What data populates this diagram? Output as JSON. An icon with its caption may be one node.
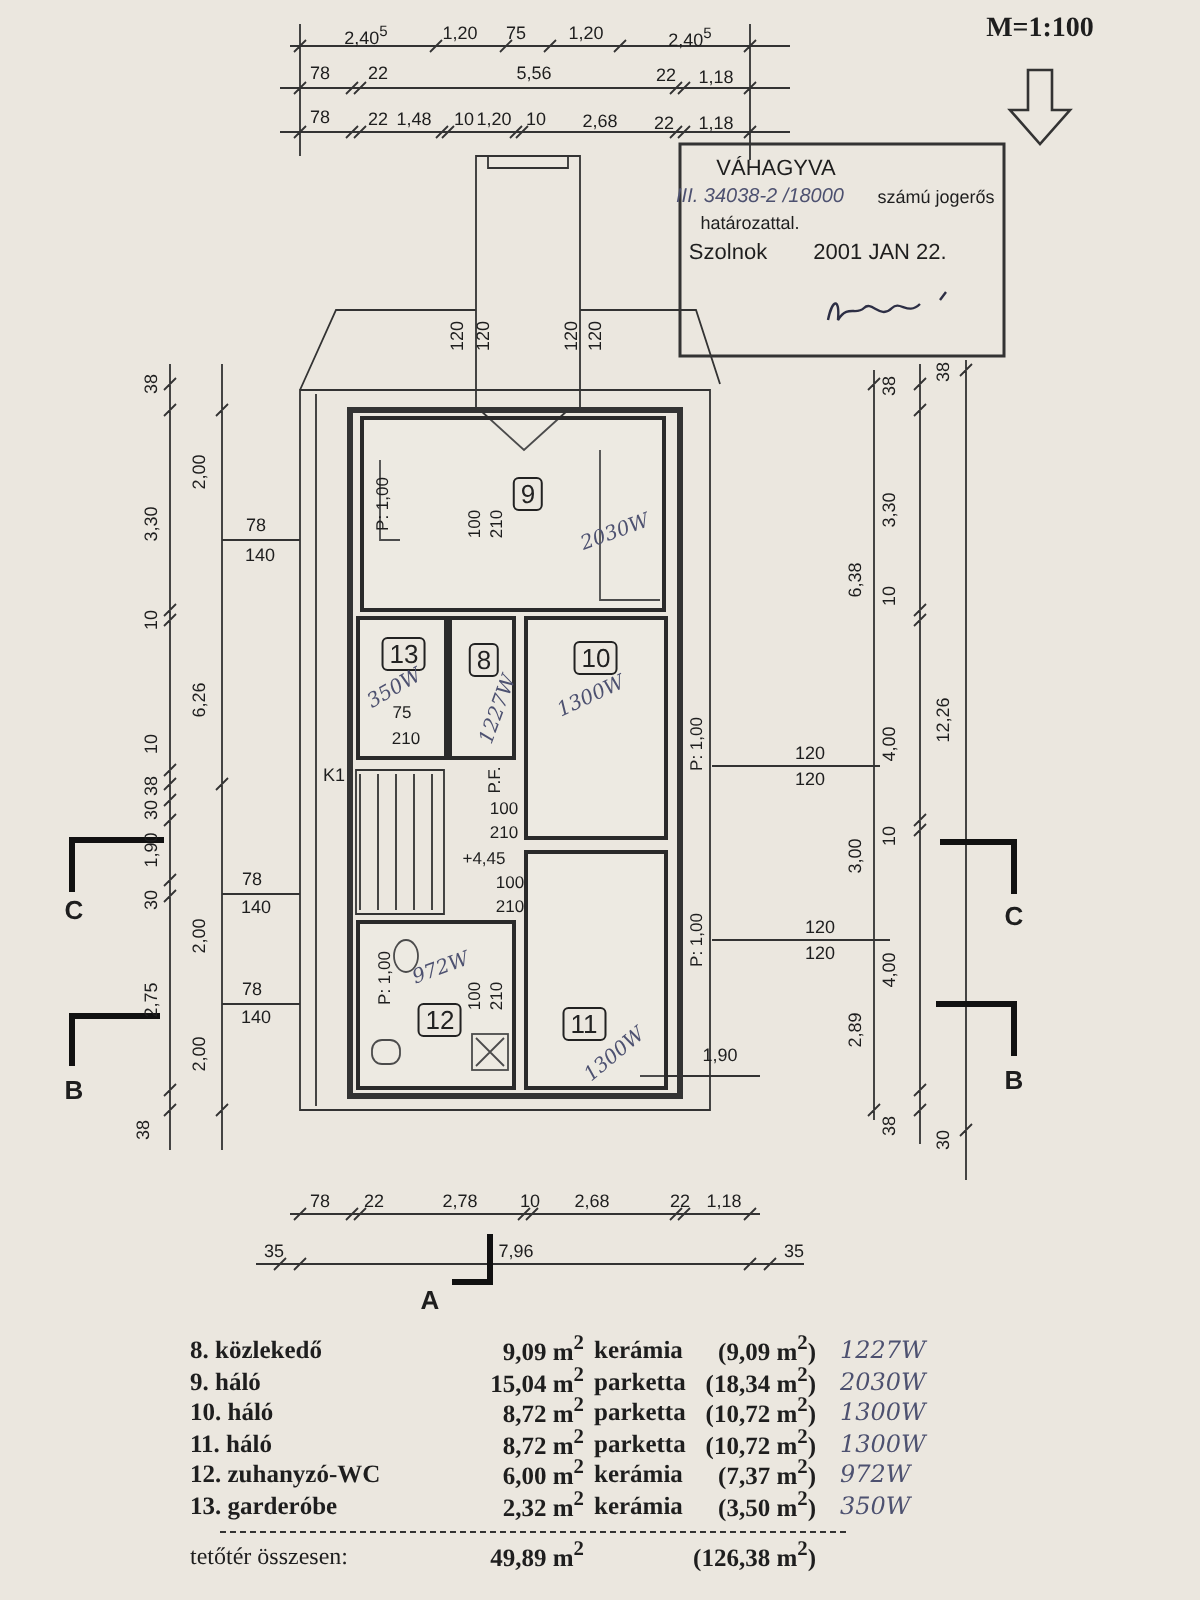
{
  "diagram": {
    "nodes": [
      {
        "text": [
          "9",
          "2030W"
        ]
      },
      {
        "text": [
          "13",
          "350W"
        ]
      },
      {
        "text": [
          "8",
          "1227W"
        ]
      },
      {
        "text": [
          "10",
          "1300W"
        ]
      },
      {
        "text": [
          "12",
          "972W"
        ]
      },
      {
        "text": [
          "11",
          "1300W"
        ]
      }
    ],
    "labels": [
      "2,40$^{5}$",
      "1,20",
      "75",
      "1,20",
      "2,40$^{5}$",
      "78",
      "22",
      "5,56",
      "22",
      "1,18",
      "78",
      "22",
      "1,48",
      "10",
      "1,20",
      "10",
      "2,68",
      "22",
      "1,18",
      "M=1:100",
      "VÁHAGYVA",
      "III. 34038-2 /18000",
      "számú jogerős",
      "határozattal.",
      "Szolnok",
      "2001 JAN 22.",
      "120",
      "120",
      "120",
      "120",
      "38",
      "2,00",
      "3,30",
      "78",
      "140",
      "10",
      "6,26",
      "10",
      "38",
      "30",
      "1,90",
      "30",
      "78",
      "140",
      "2,00",
      "2,75",
      "78",
      "140",
      "2,00",
      "38",
      "C",
      "B",
      "A",
      "C",
      "B",
      "38",
      "38",
      "6,38",
      "3,30",
      "10",
      "4,00",
      "12,26",
      "120",
      "120",
      "3,00",
      "10",
      "120",
      "120",
      "4,00",
      "2,89",
      "38",
      "30",
      "1,90",
      "78",
      "22",
      "2,78",
      "10",
      "2,68",
      "22",
      "1,18",
      "35",
      "7,96",
      "35",
      "P: 1,00",
      "100",
      "210",
      "75",
      "210",
      "K1",
      "P.F.",
      "100",
      "210",
      "+4,45",
      "100",
      "210",
      "P: 1,00",
      "100",
      "210",
      "P: 1,00",
      "P: 1,00",
      "8. közlekedő",
      "9,09 m$^{2}$",
      "kerámia",
      "(9,09 m$^{2}$)",
      "1227W",
      "9. háló",
      "15,04 m$^{2}$",
      "parketta",
      "(18,34 m$^{2}$)",
      "2030W",
      "10. háló",
      "8,72 m$^{2}$",
      "parketta",
      "(10,72 m$^{2}$)",
      "1300W",
      "11. háló",
      "8,72 m$^{2}$",
      "parketta",
      "(10,72 m$^{2}$)",
      "1300W",
      "12. zuhanyzó-WC",
      "6,00 m$^{2}$",
      "kerámia",
      "(7,37 m$^{2}$)",
      "972W",
      "13. garderóbe",
      "2,32 m$^{2}$",
      "kerámia",
      "(3,50 m$^{2}$)",
      "350W",
      "tetőtér összesen:",
      "49,89 m$^{2}$",
      "(126,38 m$^{2}$)"
    ]
  }
}
